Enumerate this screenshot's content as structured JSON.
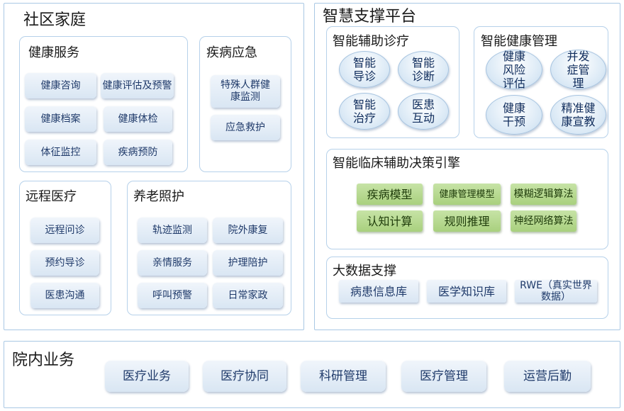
{
  "community": {
    "title": "社区家庭",
    "health_service": {
      "title": "健康服务",
      "items": [
        "健康咨询",
        "健康评估及预警",
        "健康档案",
        "健康体检",
        "体征监控",
        "疾病预防"
      ]
    },
    "emergency": {
      "title": "疾病应急",
      "items": [
        "特殊人群健康监测",
        "应急救护"
      ]
    },
    "remote": {
      "title": "远程医疗",
      "items": [
        "远程问诊",
        "预约导诊",
        "医患沟通"
      ]
    },
    "elderly": {
      "title": "养老照护",
      "items": [
        "轨迹监测",
        "院外康复",
        "亲情服务",
        "护理陪护",
        "呼叫预警",
        "日常家政"
      ]
    }
  },
  "platform": {
    "title": "智慧支撑平台",
    "diagnosis": {
      "title": "智能辅助诊疗",
      "items": [
        "智能导诊",
        "智能诊断",
        "智能治疗",
        "医患互动"
      ]
    },
    "health_mgmt": {
      "title": "智能健康管理",
      "items": [
        "健康风险评估",
        "并发症管理",
        "健康干预",
        "精准健康宣教"
      ]
    },
    "engine": {
      "title": "智能临床辅助决策引擎",
      "items": [
        "疾病模型",
        "健康管理模型",
        "模糊逻辑算法",
        "认知计算",
        "规则推理",
        "神经网络算法"
      ]
    },
    "bigdata": {
      "title": "大数据支撑",
      "items": [
        "病患信息库",
        "医学知识库",
        "RWE（真实世界数据）"
      ]
    }
  },
  "hospital": {
    "title": "院内业务",
    "items": [
      "医疗业务",
      "医疗协同",
      "科研管理",
      "医疗管理",
      "运营后勤"
    ]
  },
  "colors": {
    "border": "#a9c8e4",
    "item_fill": "#d9e6f3",
    "green_fill": "#a9d07e"
  }
}
